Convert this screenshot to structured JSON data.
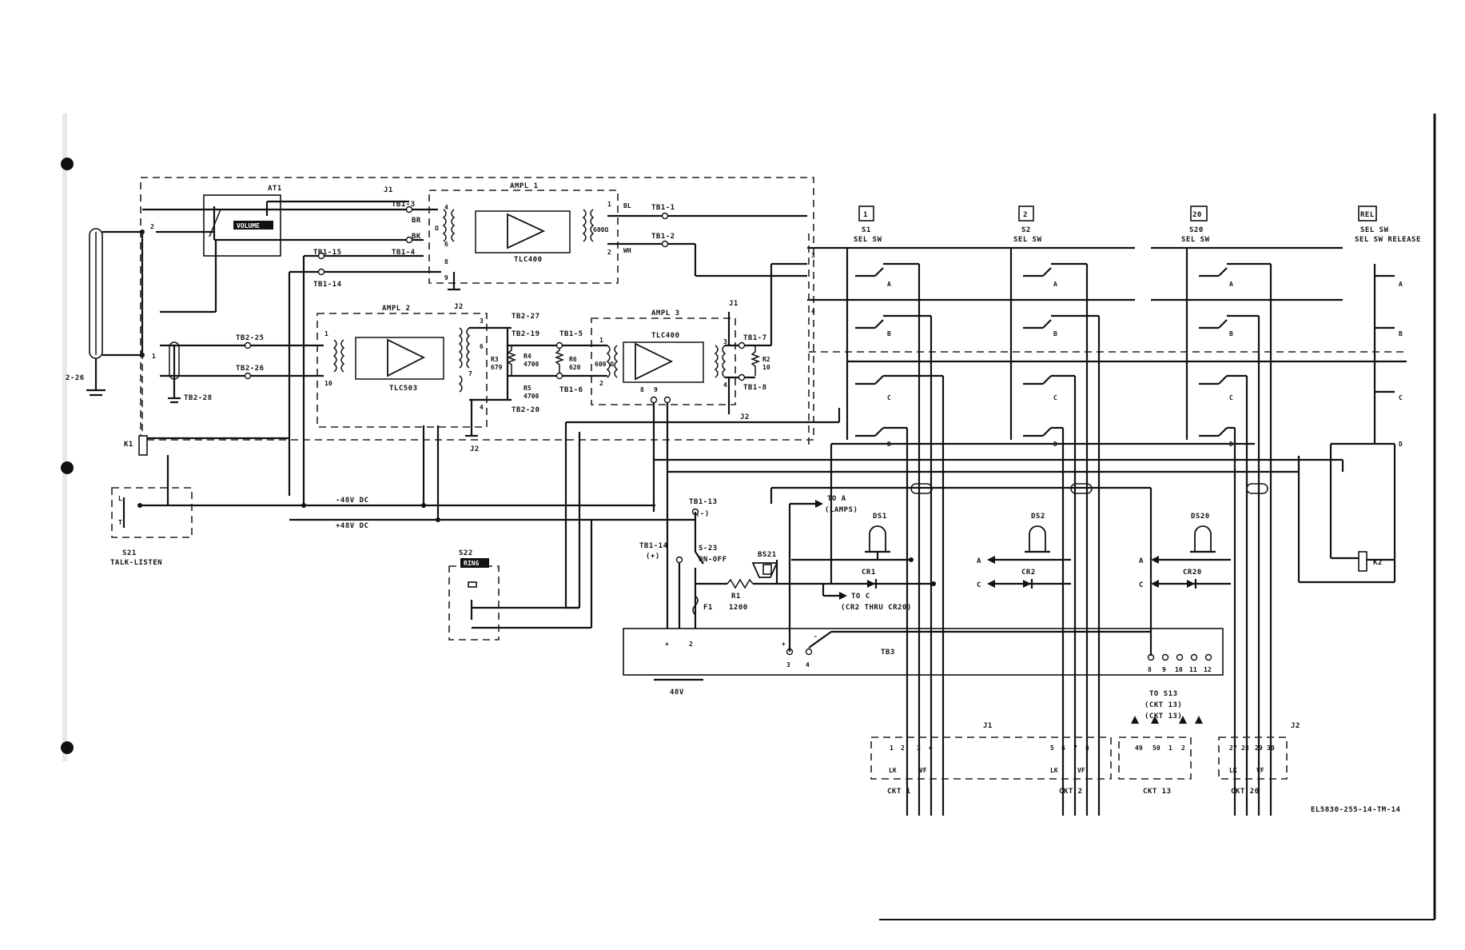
{
  "labels": {
    "at1": "AT1",
    "volume": "VOLUME",
    "j1": "J1",
    "tb1_3": "TB1-3",
    "br": "BR",
    "bk": "BK",
    "tb1_4": "TB1-4",
    "tb1_15": "TB1-15",
    "tb1_14": "TB1-14",
    "ampl1": "AMPL 1",
    "tlc400_a": "TLC400",
    "ohm": "Ω",
    "ohm600": "600Ω",
    "tb1_1": "TB1-1",
    "tb1_2": "TB1-2",
    "bl": "BL",
    "wh": "WH",
    "j2_a": "J2",
    "ampl2": "AMPL 2",
    "tlc503": "TLC503",
    "tb2_25": "TB2-25",
    "tb2_26": "TB2-26",
    "tb2_28": "TB2-28",
    "tb2_27": "TB2-27",
    "tb2_19": "TB2-19",
    "tb2_20": "TB2-20",
    "r3": "R3",
    "r3v": "679",
    "r4": "R4",
    "r4v": "4700",
    "r5": "R5",
    "r5v": "4700",
    "tb1_5": "TB1-5",
    "tb1_6": "TB1-6",
    "r6": "R6",
    "r6v": "620",
    "ampl3": "AMPL 3",
    "tlc400_b": "TLC400",
    "ohm600b": "600 Ω",
    "tb1_7": "TB1-7",
    "tb1_8": "TB1-8",
    "r2": "R2",
    "r2v": "10",
    "j1_b": "J1",
    "j2_b": "J2",
    "j2_c": "J2",
    "cable": "2-26",
    "k1": "K1",
    "s21": "S21",
    "talk_listen": "TALK-LISTEN",
    "minus48": "-48V DC",
    "plus48": "+48V DC",
    "s22": "S22",
    "ring": "RING",
    "tb1_13": "TB1-13",
    "minus": "(-)",
    "tb1_14b": "TB1-14",
    "plus": "(+)",
    "s23": "S-23",
    "onoff": "ON-OFF",
    "f1": "F1",
    "r1": "R1",
    "r1v": "1200",
    "bs21": "BS21",
    "to_a": "TO A",
    "lamps": "(LAMPS)",
    "to_c": "TO C",
    "cr2thru": "(CR2 THRU CR20)",
    "ds1": "DS1",
    "cr1": "CR1",
    "ds2": "DS2",
    "cr2": "CR2",
    "ds20": "DS20",
    "cr20": "CR20",
    "tb3": "TB3",
    "v48": "48V",
    "s1": "S1",
    "s2": "S2",
    "s20": "S20",
    "sel_sw": "SEL SW",
    "rel": "REL",
    "sel_sw_release": "SEL SW RELEASE",
    "k2": "K2",
    "to_s13": "TO S13",
    "ckt13p": "(CKT 13)",
    "j1_bot": "J1",
    "j2_bot": "J2",
    "lk": "LK",
    "vf": "VF",
    "ckt1": "CKT 1",
    "ckt2": "CKT 2",
    "ckt13": "CKT 13",
    "ckt20": "CKT 20",
    "sheet": "EL5830-255-14-TM-14",
    "key1": "1",
    "key2": "2",
    "key20": "20",
    "a": "A",
    "b": "B",
    "c": "C",
    "d": "D",
    "plus_sign": "+",
    "minus_sign": "-",
    "n1": "1",
    "n2": "2",
    "n3": "3",
    "n4": "4",
    "n5": "5",
    "n6": "6",
    "n7": "7",
    "n8": "8",
    "n9": "9",
    "n10": "10",
    "n11": "11",
    "n12": "12",
    "n27": "27",
    "n28": "28",
    "n29": "29",
    "n30": "30",
    "n49": "49",
    "n50": "50",
    "nL": "L",
    "nT": "T"
  }
}
